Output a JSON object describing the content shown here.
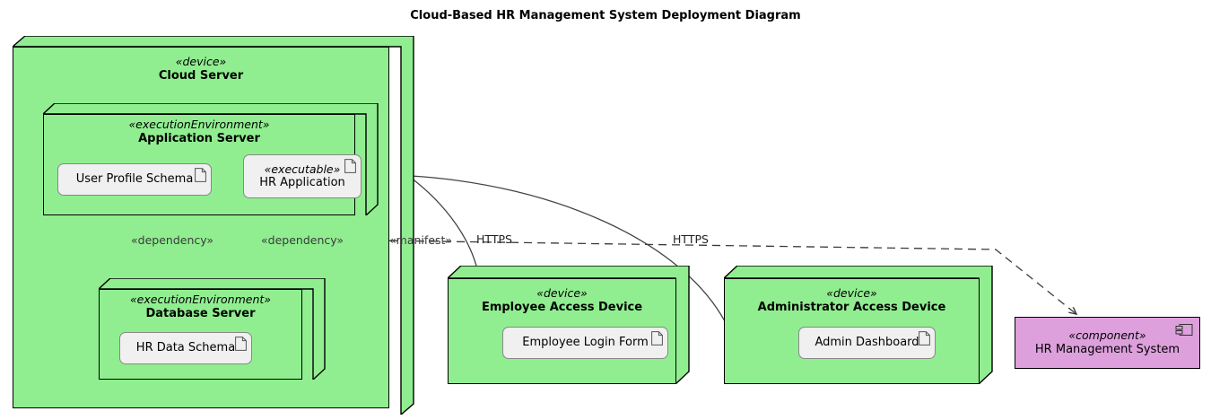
{
  "title": "Cloud-Based HR Management System Deployment Diagram",
  "colors": {
    "node_fill": "#90ee90",
    "component_fill": "#dda0dd",
    "artifact_fill": "#f0f0f0",
    "line": "#000000",
    "edge_label": "#3a3a3a"
  },
  "nodes": {
    "cloud_server": {
      "stereotype": "«device»",
      "name": "Cloud Server"
    },
    "application_server": {
      "stereotype": "«executionEnvironment»",
      "name": "Application Server"
    },
    "database_server": {
      "stereotype": "«executionEnvironment»",
      "name": "Database Server"
    },
    "employee_device": {
      "stereotype": "«device»",
      "name": "Employee Access Device"
    },
    "admin_device": {
      "stereotype": "«device»",
      "name": "Administrator Access Device"
    }
  },
  "artifacts": {
    "user_profile_schema": {
      "stereotype": "",
      "name": "User Profile Schema"
    },
    "hr_application": {
      "stereotype": "«executable»",
      "name": "HR Application"
    },
    "hr_data_schema": {
      "stereotype": "",
      "name": "HR Data Schema"
    },
    "employee_login_form": {
      "stereotype": "",
      "name": "Employee Login Form"
    },
    "admin_dashboard": {
      "stereotype": "",
      "name": "Admin Dashboard"
    }
  },
  "component": {
    "stereotype": "«component»",
    "name": "HR Management System"
  },
  "edges": {
    "dependency_left": "«dependency»",
    "dependency_right": "«dependency»",
    "manifest": "«manifest»",
    "https_employee": "HTTPS",
    "https_admin": "HTTPS"
  },
  "icons": {
    "artifact": "artifact-document-icon",
    "component": "component-icon"
  }
}
